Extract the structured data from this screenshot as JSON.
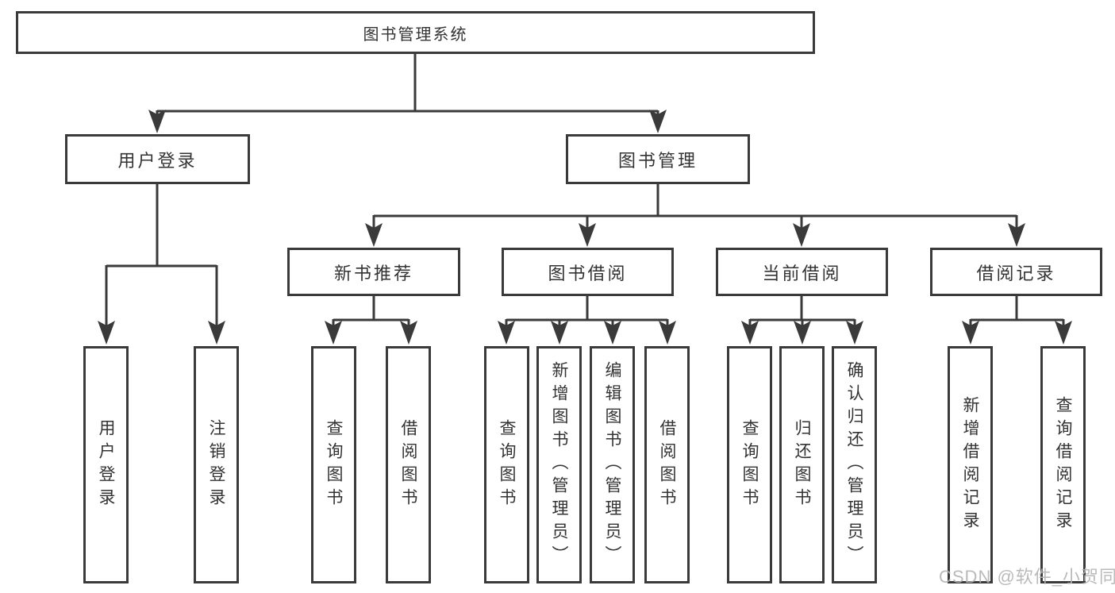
{
  "diagram": {
    "colors": {
      "line": "#3a3a3a",
      "box_border": "#3a3a3a",
      "box_background": "#ffffff",
      "text": "#333333",
      "watermark": "#b3b3b3"
    },
    "nodes": {
      "root": "图书管理系统",
      "l2": [
        "用户登录",
        "图书管理"
      ],
      "l3": [
        "新书推荐",
        "图书借阅",
        "当前借阅",
        "借阅记录"
      ],
      "leaf": [
        "用户登录",
        "注销登录",
        "查询图书",
        "借阅图书",
        "查询图书",
        "新增图书（管理员）",
        "编辑图书（管理员）",
        "借阅图书",
        "查询图书",
        "归还图书",
        "确认归还（管理员）",
        "新增借阅记录",
        "查询借阅记录"
      ]
    },
    "watermark": "CSDN @软件_小贺同学"
  }
}
